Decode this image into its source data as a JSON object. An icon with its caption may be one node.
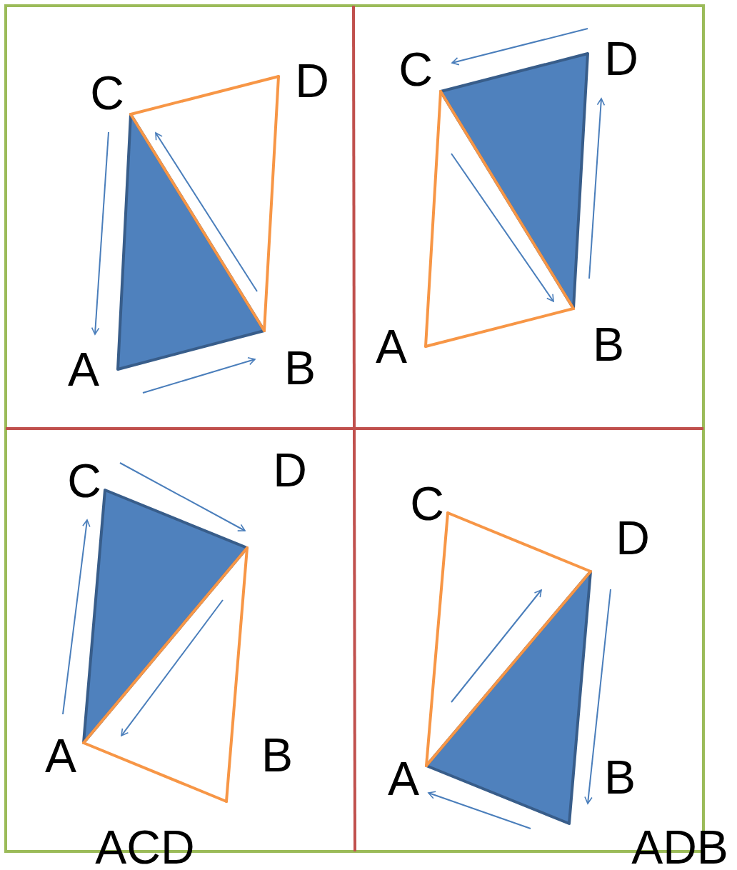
{
  "diagram": {
    "labels": [
      "C",
      "D",
      "A",
      "B",
      "C",
      "D",
      "A",
      "B",
      "C",
      "D",
      "A",
      "B",
      "C",
      "D",
      "A",
      "B",
      "ACD",
      "ADB"
    ]
  }
}
